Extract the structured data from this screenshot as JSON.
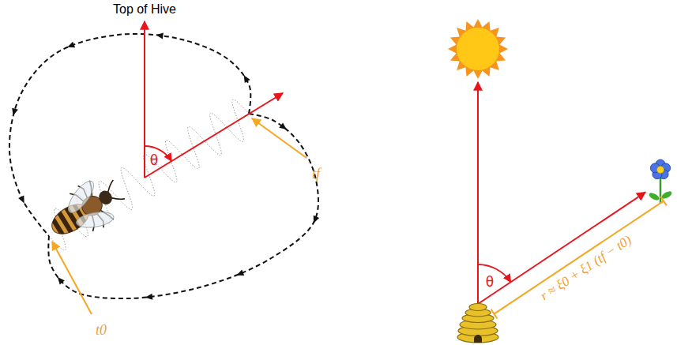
{
  "diagram": {
    "labels": [
      "Top of Hive",
      "θ",
      "tf",
      "t0",
      "θ",
      "r ≈ ξ0 + ξ1 (tf − t0)"
    ]
  }
}
